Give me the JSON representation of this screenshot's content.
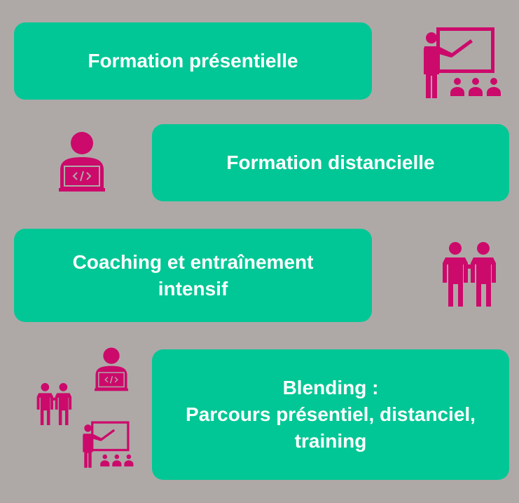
{
  "colors": {
    "background": "#aea9a7",
    "box": "#00c795",
    "text": "#ffffff",
    "icon": "#cc0a6b"
  },
  "items": [
    {
      "label": "Formation présentielle",
      "icon": "teacher-board-icon"
    },
    {
      "label": "Formation distancielle",
      "icon": "person-laptop-icon"
    },
    {
      "label": "Coaching et entraînement intensif",
      "icon": "two-people-icon"
    },
    {
      "label_lines": [
        "Blending :",
        "Parcours présentiel, distanciel,",
        "training"
      ],
      "icon": "blended-icons-group"
    }
  ]
}
